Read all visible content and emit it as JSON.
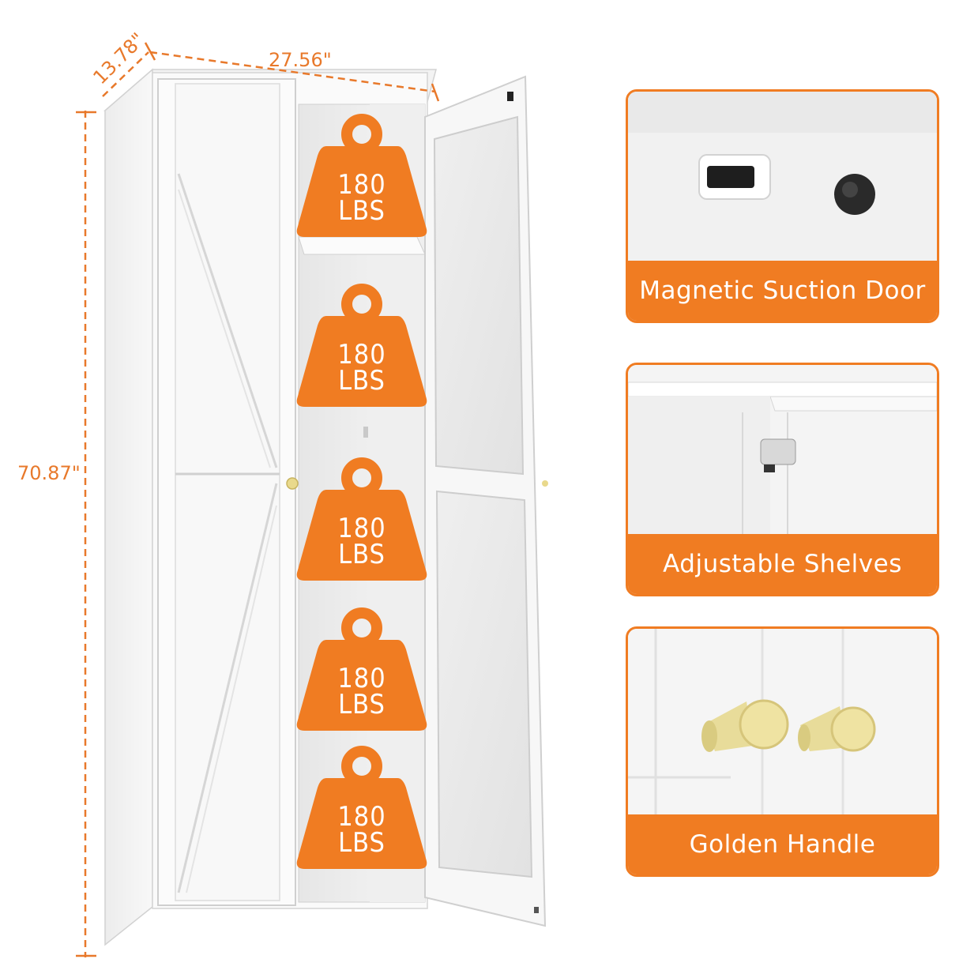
{
  "dimensions": {
    "depth": "13.78\"",
    "width": "27.56\"",
    "height": "70.87\""
  },
  "shelf_loads": [
    {
      "value": "180",
      "unit": "LBS"
    },
    {
      "value": "180",
      "unit": "LBS"
    },
    {
      "value": "180",
      "unit": "LBS"
    },
    {
      "value": "180",
      "unit": "LBS"
    },
    {
      "value": "180",
      "unit": "LBS"
    }
  ],
  "features": [
    {
      "caption": "Magnetic Suction Door"
    },
    {
      "caption": "Adjustable Shelves"
    },
    {
      "caption": "Golden Handle"
    }
  ],
  "colors": {
    "accent": "#f07c22",
    "dimension": "#e8792b",
    "cabinet": "#ffffff",
    "handle": "#e9d98c"
  }
}
